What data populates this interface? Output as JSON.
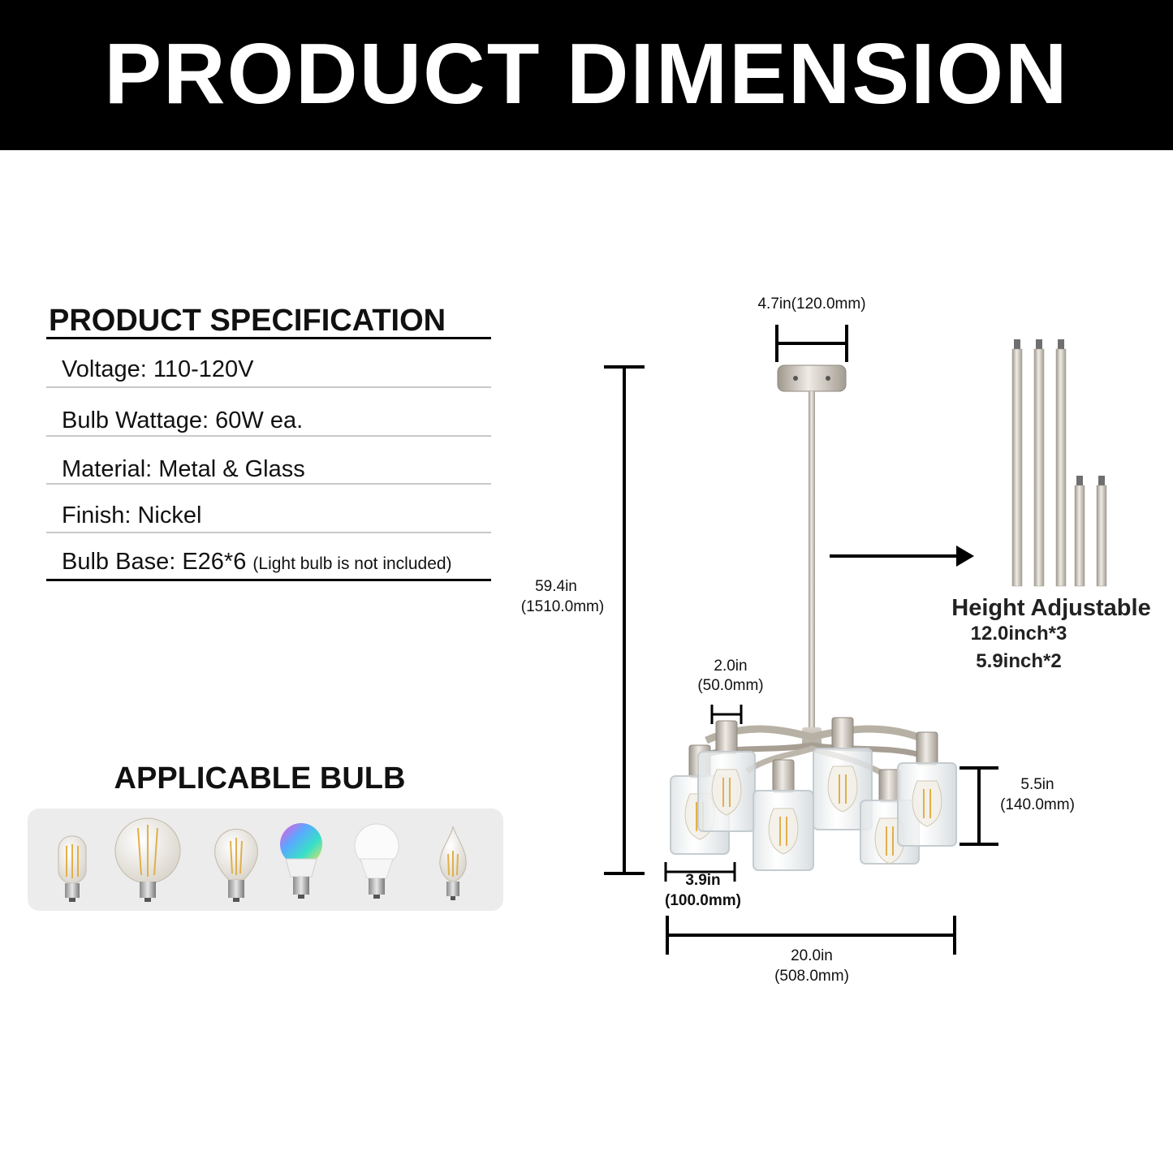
{
  "header": {
    "title": "PRODUCT DIMENSION"
  },
  "specification": {
    "heading": "PRODUCT SPECIFICATION",
    "rows": [
      {
        "text": "Voltage: 110-120V"
      },
      {
        "text": "Bulb Wattage: 60W ea."
      },
      {
        "text": "Material: Metal & Glass"
      },
      {
        "text": "Finish: Nickel"
      },
      {
        "text": "Bulb Base: E26*6",
        "note": "(Light bulb is not included)"
      }
    ]
  },
  "applicable_bulb": {
    "heading": "APPLICABLE BULB",
    "bulbs": [
      "tubular-filament-bulb-icon",
      "globe-filament-bulb-icon",
      "a19-filament-bulb-icon",
      "rgb-smart-bulb-icon",
      "led-a19-bulb-icon",
      "flame-tip-candelabra-bulb-icon"
    ]
  },
  "dimensions": {
    "canopy_width": {
      "imperial": "4.7in",
      "metric": "(120.0mm)",
      "label": "4.7in(120.0mm)"
    },
    "overall_height": {
      "imperial": "59.4in",
      "metric": "(1510.0mm)"
    },
    "arm_width": {
      "imperial": "2.0in",
      "metric": "(50.0mm)"
    },
    "shade_height": {
      "imperial": "5.5in",
      "metric": "(140.0mm)"
    },
    "shade_width": {
      "imperial": "3.9in",
      "metric": "(100.0mm)"
    },
    "overall_width": {
      "imperial": "20.0in",
      "metric": "(508.0mm)"
    }
  },
  "height_adjustable": {
    "title": "Height Adjustable",
    "rods": [
      "12.0inch*3",
      "5.9inch*2"
    ]
  },
  "colors": {
    "banner": "#000000",
    "nickel": "#c9c3bb",
    "glass": "#e9eef0",
    "filament": "#e0b04a"
  }
}
